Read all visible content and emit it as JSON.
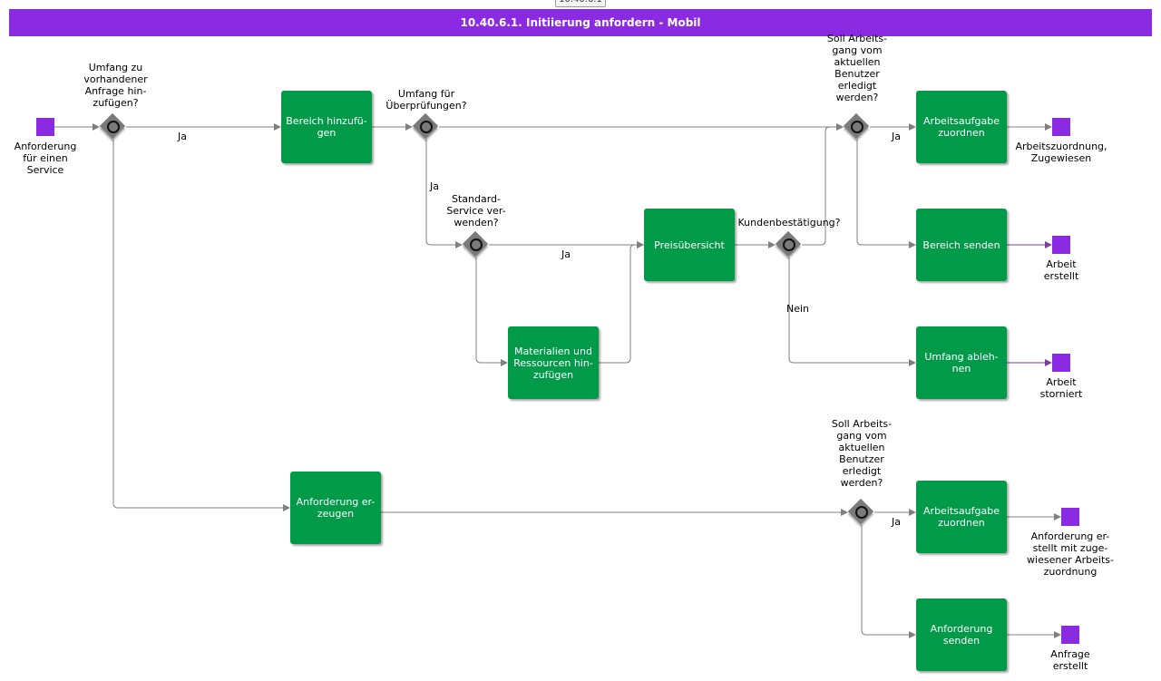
{
  "header": {
    "tag": "10.40.6.1",
    "title": "10.40.6.1. Initiierung anfordern - Mobil"
  },
  "colors": {
    "title_bar": "#8a2be2",
    "task": "#009a49",
    "event": "#8a2be2",
    "gateway": "#7a7a7a",
    "edge": "#808080",
    "end_edge": "#7b3f9e"
  },
  "tasks": {
    "bereich_hinzufuegen": "Bereich hinzufü-\ngen",
    "preisuebersicht": "Preisübersicht",
    "materialien": "Materialien und\nRessourcen hin-\nzufügen",
    "arbeitsaufgabe_1": "Arbeitsaufgabe\nzuordnen",
    "bereich_senden": "Bereich senden",
    "umfang_ablehnen": "Umfang ableh-\nnen",
    "anforderung_erzeugen": "Anforderung er-\nzeugen",
    "arbeitsaufgabe_2": "Arbeitsaufgabe\nzuordnen",
    "anforderung_senden": "Anforderung\nsenden"
  },
  "events": {
    "start": "Anforderung\nfür einen\nService",
    "end_zuordnung": "Arbeitszuordnung,\nZugewiesen",
    "end_erstellt": "Arbeit\nerstellt",
    "end_storniert": "Arbeit\nstorniert",
    "end_anf_erstellt": "Anforderung er-\nstellt mit zuge-\nwiesener Arbeits-\nzuordnung",
    "end_anfrage": "Anfrage\nerstellt"
  },
  "gateways": {
    "umfang_vorhanden": "Umfang zu\nvorhandener\nAnfrage hin-\nzufügen?",
    "umfang_pruefung": "Umfang für\nÜberprüfungen?",
    "standard_service": "Standard-\nService ver-\nwenden?",
    "kunden": "Kundenbestätigung?",
    "soll_1": "Soll Arbeits-\ngang vom\naktuellen\nBenutzer\nerledigt\nwerden?",
    "soll_2": "Soll Arbeits-\ngang vom\naktuellen\nBenutzer\nerledigt\nwerden?"
  },
  "edge_labels": {
    "ja_1": "Ja",
    "ja_2": "Ja",
    "ja_3": "Ja",
    "ja_4": "Ja",
    "nein": "Nein",
    "ja_5": "Ja"
  }
}
